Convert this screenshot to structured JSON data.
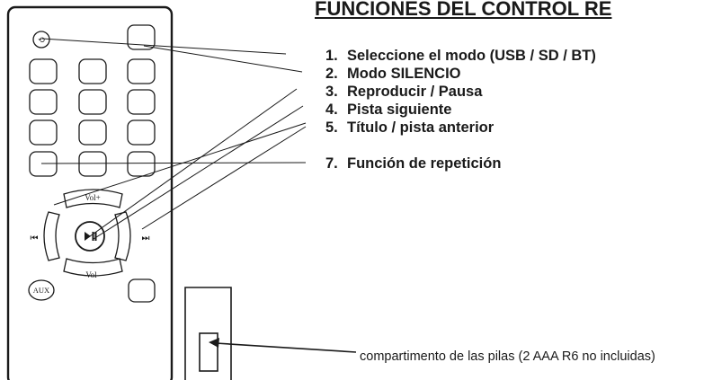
{
  "title": "FUNCIONES DEL CONTROL RE",
  "functions": [
    {
      "num": "1.",
      "label": "Seleccione el modo (USB / SD / BT)"
    },
    {
      "num": "2.",
      "label": "Modo SILENCIO"
    },
    {
      "num": "3.",
      "label": "Reproducir / Pausa"
    },
    {
      "num": "4.",
      "label": "Pista siguiente"
    },
    {
      "num": "5.",
      "label": "Título / pista anterior"
    },
    {
      "num": "7.",
      "label": "Función de repetición"
    }
  ],
  "battery_label": "compartimento de las pilas (2 AAA R6 no incluidas)",
  "remote": {
    "vol_up": "Vol+",
    "vol_down": "Vol-",
    "aux": "AUX",
    "prev_icon": "skip-previous-icon",
    "next_icon": "skip-next-icon",
    "play_icon": "play-pause-icon",
    "mode_icon": "mode-select-icon"
  }
}
